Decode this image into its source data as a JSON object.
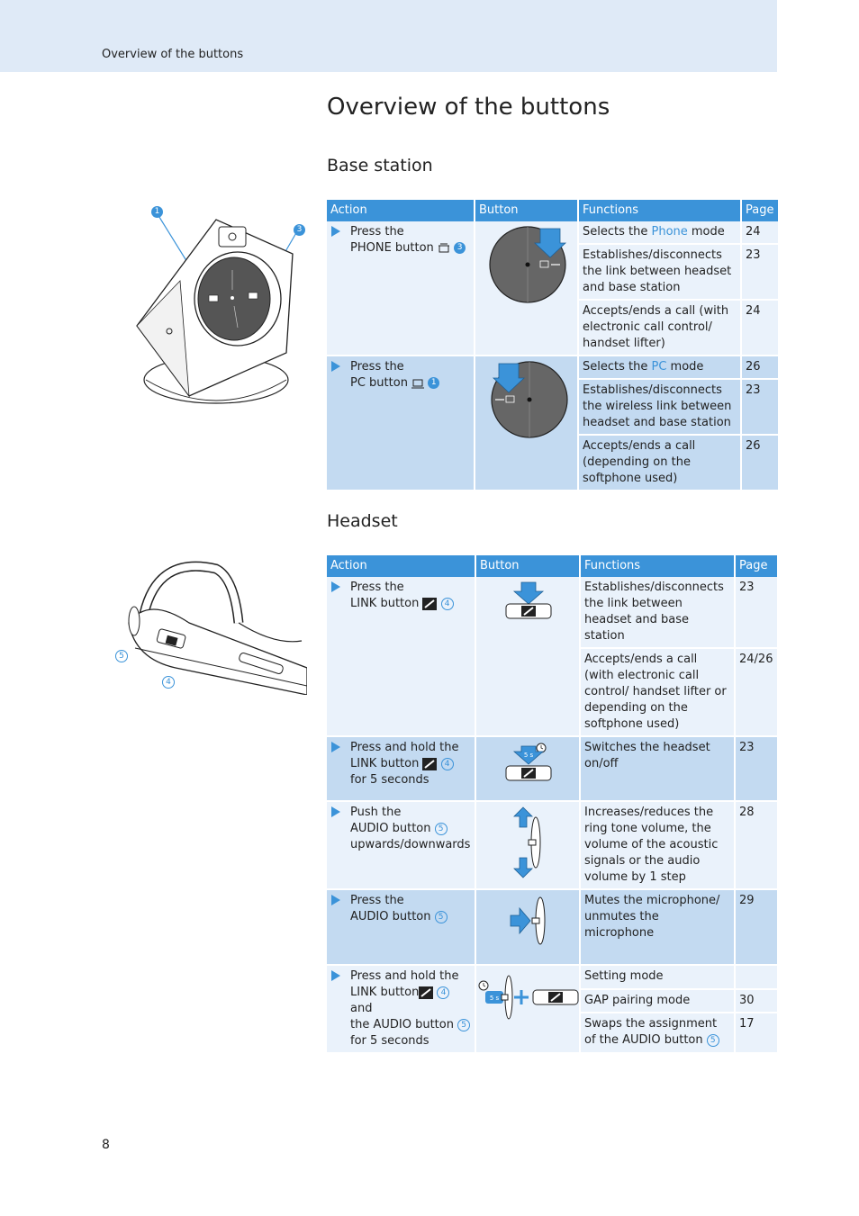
{
  "header": {
    "text": "Overview of the buttons"
  },
  "page_title": "Overview of the buttons",
  "page_number": "8",
  "base_station": {
    "title": "Base station",
    "callouts": [
      "1",
      "3"
    ],
    "columns": [
      "Action",
      "Button",
      "Functions",
      "Page"
    ],
    "rows": [
      {
        "action_line1": "Press the",
        "action_line2": "PHONE button",
        "action_num": "3",
        "functions": [
          {
            "pre": "Selects the ",
            "highlight": "Phone",
            "post": " mode",
            "page": "24"
          },
          {
            "text": "Establishes/disconnects the link between headset and base station",
            "page": "23"
          },
          {
            "text": "Accepts/ends a call (with electronic call control/ handset lifter)",
            "page": "24"
          }
        ]
      },
      {
        "action_line1": "Press the",
        "action_line2": "PC button",
        "action_num": "1",
        "functions": [
          {
            "pre": "Selects the ",
            "highlight": "PC",
            "post": " mode",
            "page": "26"
          },
          {
            "text": "Establishes/disconnects the wireless link between headset and base station",
            "page": "23"
          },
          {
            "text": "Accepts/ends a call (depending on the softphone used)",
            "page": "26"
          }
        ]
      }
    ]
  },
  "headset": {
    "title": "Headset",
    "callouts": [
      "5",
      "4"
    ],
    "columns": [
      "Action",
      "Button",
      "Functions",
      "Page"
    ],
    "rows": [
      {
        "action_lines": [
          "Press the",
          "LINK button"
        ],
        "num": "4",
        "functions": [
          {
            "text": "Establishes/disconnects the link between headset and base station",
            "page": "23"
          },
          {
            "text": "Accepts/ends a call (with electronic call control/ handset lifter or depending on the softphone used)",
            "page": "24/26"
          }
        ]
      },
      {
        "action_lines": [
          "Press and hold the",
          "LINK button",
          "for 5 seconds"
        ],
        "num": "4",
        "timer": "5 s",
        "functions": [
          {
            "text": "Switches the headset on/off",
            "page": "23"
          }
        ]
      },
      {
        "action_lines": [
          "Push the",
          "AUDIO button",
          "upwards/downwards"
        ],
        "num": "5",
        "functions": [
          {
            "text": "Increases/reduces the ring tone volume, the volume of the acoustic signals or the audio volume by 1 step",
            "page": "28"
          }
        ]
      },
      {
        "action_lines": [
          "Press the",
          "AUDIO button"
        ],
        "num": "5",
        "functions": [
          {
            "text": "Mutes the microphone/ unmutes the microphone",
            "page": "29"
          }
        ]
      },
      {
        "action_lines": [
          "Press and hold the",
          "LINK button",
          "and",
          "the AUDIO button",
          "for 5 seconds"
        ],
        "num_a": "4",
        "num_b": "5",
        "timer": "5 s",
        "functions": [
          {
            "text": "Setting mode",
            "page": ""
          },
          {
            "text": "GAP pairing mode",
            "page": "30"
          },
          {
            "text_pre": "Swaps the assignment of the AUDIO button",
            "num": "5",
            "page": "17"
          }
        ]
      }
    ]
  }
}
